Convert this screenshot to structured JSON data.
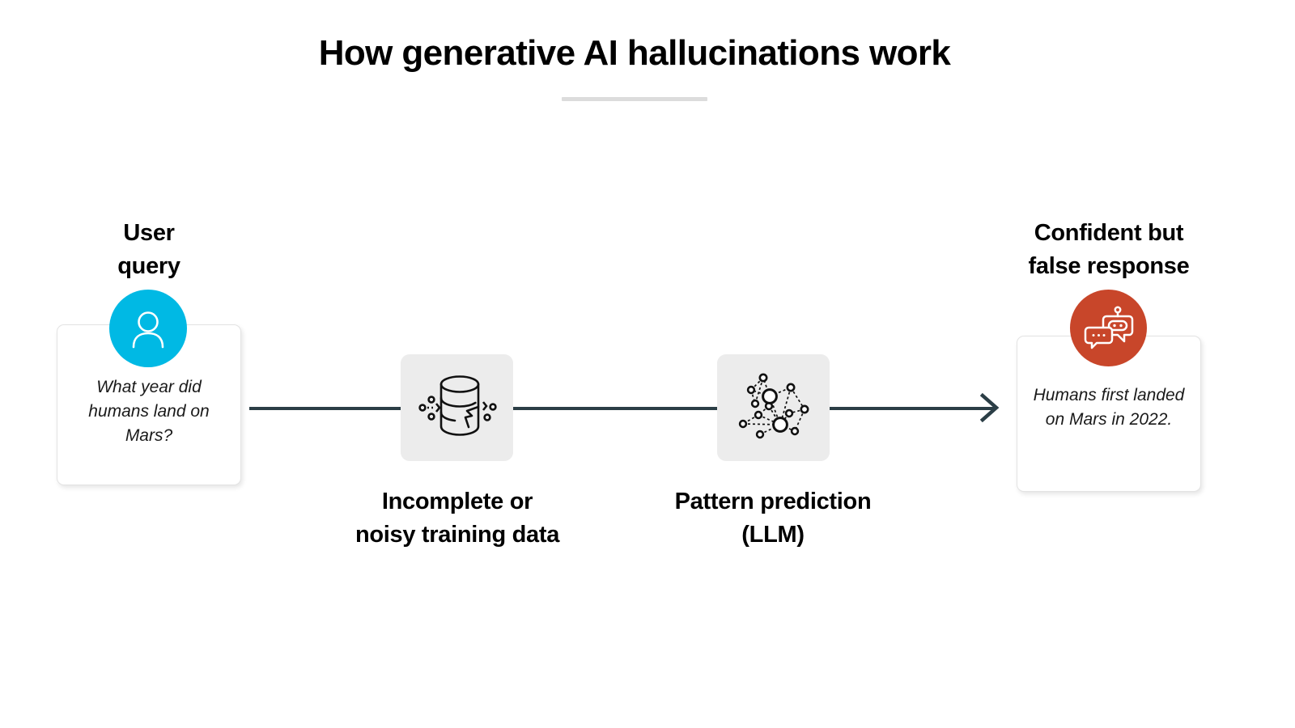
{
  "header": {
    "title": "How generative AI hallucinations work",
    "divider_color": "#dcdcdc"
  },
  "colors": {
    "user_accent": "#00b9e4",
    "response_accent": "#c8462a",
    "flow_line": "#2b3e46",
    "icon_tile_bg": "#ececec",
    "card_border": "#e3e3e3"
  },
  "flow": {
    "stages": [
      {
        "id": "user-query",
        "heading": "User\nquery",
        "heading_line1": "User",
        "heading_line2": "query",
        "icon": "user-avatar-icon",
        "card_text": "What year did humans land on Mars?"
      },
      {
        "id": "training-data",
        "label_line1": "Incomplete or",
        "label_line2": "noisy training data",
        "icon": "cracked-database-icon"
      },
      {
        "id": "pattern-prediction",
        "label_line1": "Pattern prediction",
        "label_line2": "(LLM)",
        "icon": "neural-network-icon"
      },
      {
        "id": "false-response",
        "heading_line1": "Confident but",
        "heading_line2": "false response",
        "icon": "robot-chat-icon",
        "card_text": "Humans first landed on Mars in 2022."
      }
    ],
    "arrow": "right-arrow-icon"
  }
}
